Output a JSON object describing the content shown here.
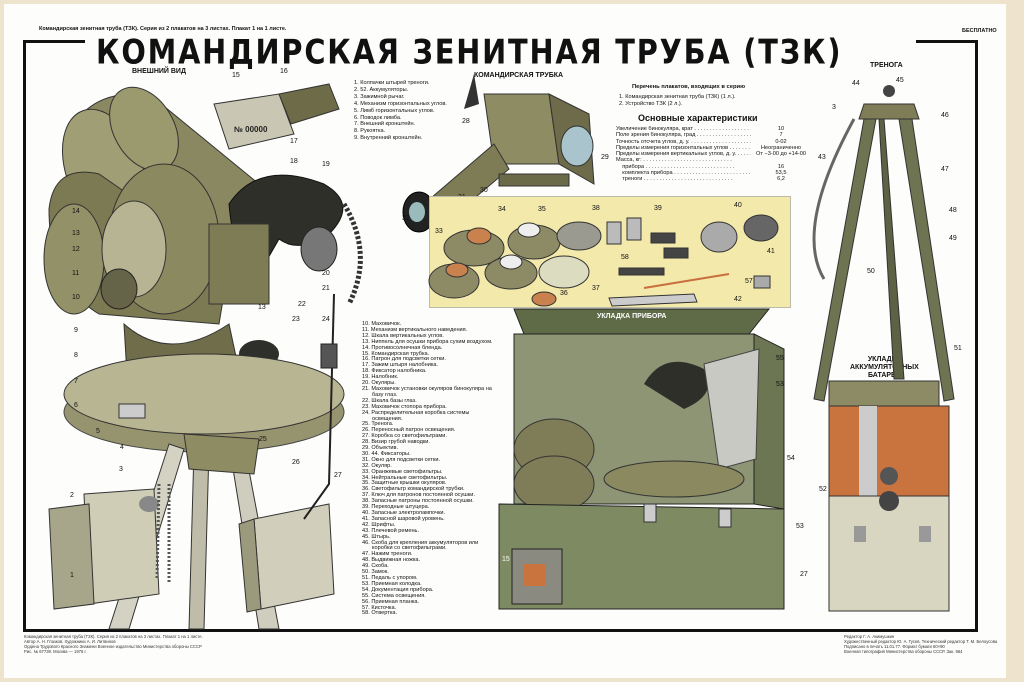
{
  "header": {
    "series_line": "Командирская зенитная труба (ТЗК). Серия из 2 плакатов на 3 листах. Плакат 1 на 1 листе.",
    "free": "БЕСПЛАТНО",
    "title": "КОМАНДИРСКАЯ ЗЕНИТНАЯ ТРУБА (ТЗК)"
  },
  "sections": {
    "external": "ВНЕШНИЙ ВИД",
    "tube": "КОМАНДИРСКАЯ ТРУБКА",
    "tripod": "ТРЕНОГА",
    "packing": "УКЛАДКА ПРИБОРА",
    "battery1": "УКЛАДКА",
    "battery2": "АККУМУЛЯТОРНЫХ",
    "battery3": "БАТАРЕЙ"
  },
  "series": {
    "heading": "Перечень плакатов, входящих в серию",
    "items": [
      "1. Командирская зенитная труба (ТЗК) (1 л.).",
      "2. Устройство ТЗК (2 л.)."
    ]
  },
  "characteristics": {
    "heading": "Основные характеристики",
    "rows": [
      {
        "label": "Увеличение бинокуляра, крат",
        "value": "10"
      },
      {
        "label": "Поле зрения бинокуляра, град",
        "value": "7"
      },
      {
        "label": "Точность отсчета углов, д. у.",
        "value": "0-02"
      },
      {
        "label": "Пределы измерения горизонтальных углов",
        "value": "Неограниченно"
      },
      {
        "label": "Пределы измерения вертикальных углов, д. у.",
        "value": "От −3-00 до +14-00"
      },
      {
        "label": "Масса, кг:",
        "value": ""
      },
      {
        "label": "    прибора",
        "value": "16"
      },
      {
        "label": "    комплекта прибора",
        "value": "53,5"
      },
      {
        "label": "    треноги",
        "value": "6,2"
      }
    ]
  },
  "legend_top": [
    "1. Колпачки штырей треноги.",
    "2. 52. Аккумуляторы.",
    "3. Зажимной рычаг.",
    "4. Механизм горизонтальных углов.",
    "5. Лимб горизонтальных углов.",
    "6. Поводок лимба.",
    "7. Внешний кронштейн.",
    "8. Рукоятка.",
    "9. Внутренний кронштейн."
  ],
  "legend_main": [
    "10. Маховичок.",
    "11. Механизм вертикального наведения.",
    "12. Шкала вертикальных углов.",
    "13. Ниппель для осушки прибора сухим воздухом.",
    "14. Противосолнечная бленда.",
    "15. Командирская трубка.",
    "16. Патрон для подсветки сетки.",
    "17. Зажим штыря налобника.",
    "18. Фиксатор налобника.",
    "19. Налобник.",
    "20. Окуляры.",
    "21. Маховичок установки окуляров бинокуляра на базу глаз.",
    "22. Шкала базы глаз.",
    "23. Маховичок стопора прибора.",
    "24. Распределительная коробка системы освещения.",
    "25. Тренога.",
    "26. Переносный патрон освещения.",
    "27. Коробка со светофильтрами.",
    "28. Визир грубой наводки.",
    "29. Объектив.",
    "30. 44. Фиксаторы.",
    "31. Окно для подсветки сетки.",
    "32. Окуляр.",
    "33. Оранжевые светофильтры.",
    "34. Нейтральные светофильтры.",
    "35. Защитные крышки окуляров.",
    "36. Светофильтр командирской трубки.",
    "37. Ключ для патронов постоянной осушки.",
    "38. Запасные патроны постоянной осушки.",
    "39. Переходные штуцера.",
    "40. Запасные электролампочки.",
    "41. Запасной шаровой уровень.",
    "42. Шрифты.",
    "43. Плечевой ремень.",
    "45. Штырь.",
    "46. Скоба для крепления аккумуляторов или коробки со светофильтрами.",
    "47. Нажим треноги.",
    "48. Выдвижная ножка.",
    "49. Скоба.",
    "50. Замок.",
    "51. Педаль с упором.",
    "53. Приемная колодка.",
    "54. Документация прибора.",
    "55. Система освещения.",
    "56. Приемная планка.",
    "57. Кисточка.",
    "58. Отвертка."
  ],
  "callouts": {
    "c1": "1",
    "c2": "2",
    "c3": "3",
    "c4": "4",
    "c5": "5",
    "c6": "6",
    "c7": "7",
    "c8": "8",
    "c9": "9",
    "c10": "10",
    "c11": "11",
    "c12": "12",
    "c13": "13",
    "c14": "14",
    "c15": "15",
    "c16": "16",
    "c17": "17",
    "c18": "18",
    "c19": "19",
    "c20": "20",
    "c21": "21",
    "c22": "22",
    "c23": "23",
    "c24": "24",
    "c25": "25",
    "c26": "26",
    "c27": "27",
    "c28": "28",
    "c29": "29",
    "c30": "30",
    "c31": "31",
    "c32": "32",
    "c33": "33",
    "c34": "34",
    "c35": "35",
    "c36": "36",
    "c37": "37",
    "c38": "38",
    "c39": "39",
    "c40": "40",
    "c41": "41",
    "c42": "42",
    "c43": "43",
    "c44": "44",
    "c45": "45",
    "c46": "46",
    "c47": "47",
    "c48": "48",
    "c49": "49",
    "c50": "50",
    "c51": "51",
    "c52": "52",
    "c53": "53",
    "c53b": "53",
    "c54": "54",
    "c55": "55",
    "c56": "56",
    "c57": "57",
    "c58": "58",
    "c27b": "27",
    "c15b": "15",
    "c3b": "3",
    "c13b": "13"
  },
  "nameplate": "№ 00000",
  "footer_left": [
    "Командирская зенитная труба (ТЗК). Серия из 2 плакатов на 3 листах. Плакат 1 на 1 листе.",
    "Автор А. Н. Глазков. Художники А. И. Литвинов",
    "Ордена Трудового Красного Знамени Военное издательство Министерства обороны СССР",
    "Рис. № 67739. Москва — 1976 г."
  ],
  "footer_right": [
    "Редактор Г. А. Акимушкин",
    "Художественный редактор Ю. А. Гусев. Технический редактор Т. М. Белоусова",
    "Подписано в печать 11.01.77. Формат бумаги 60×90",
    "Военная типография Министерства обороны СССР. Зак. 964"
  ],
  "colors": {
    "olive": "#7f7d57",
    "olive_dark": "#4b4a32",
    "accessory_bg": "#f3e9aa",
    "box_green": "#7e8a63",
    "wood": "#c9733f"
  }
}
